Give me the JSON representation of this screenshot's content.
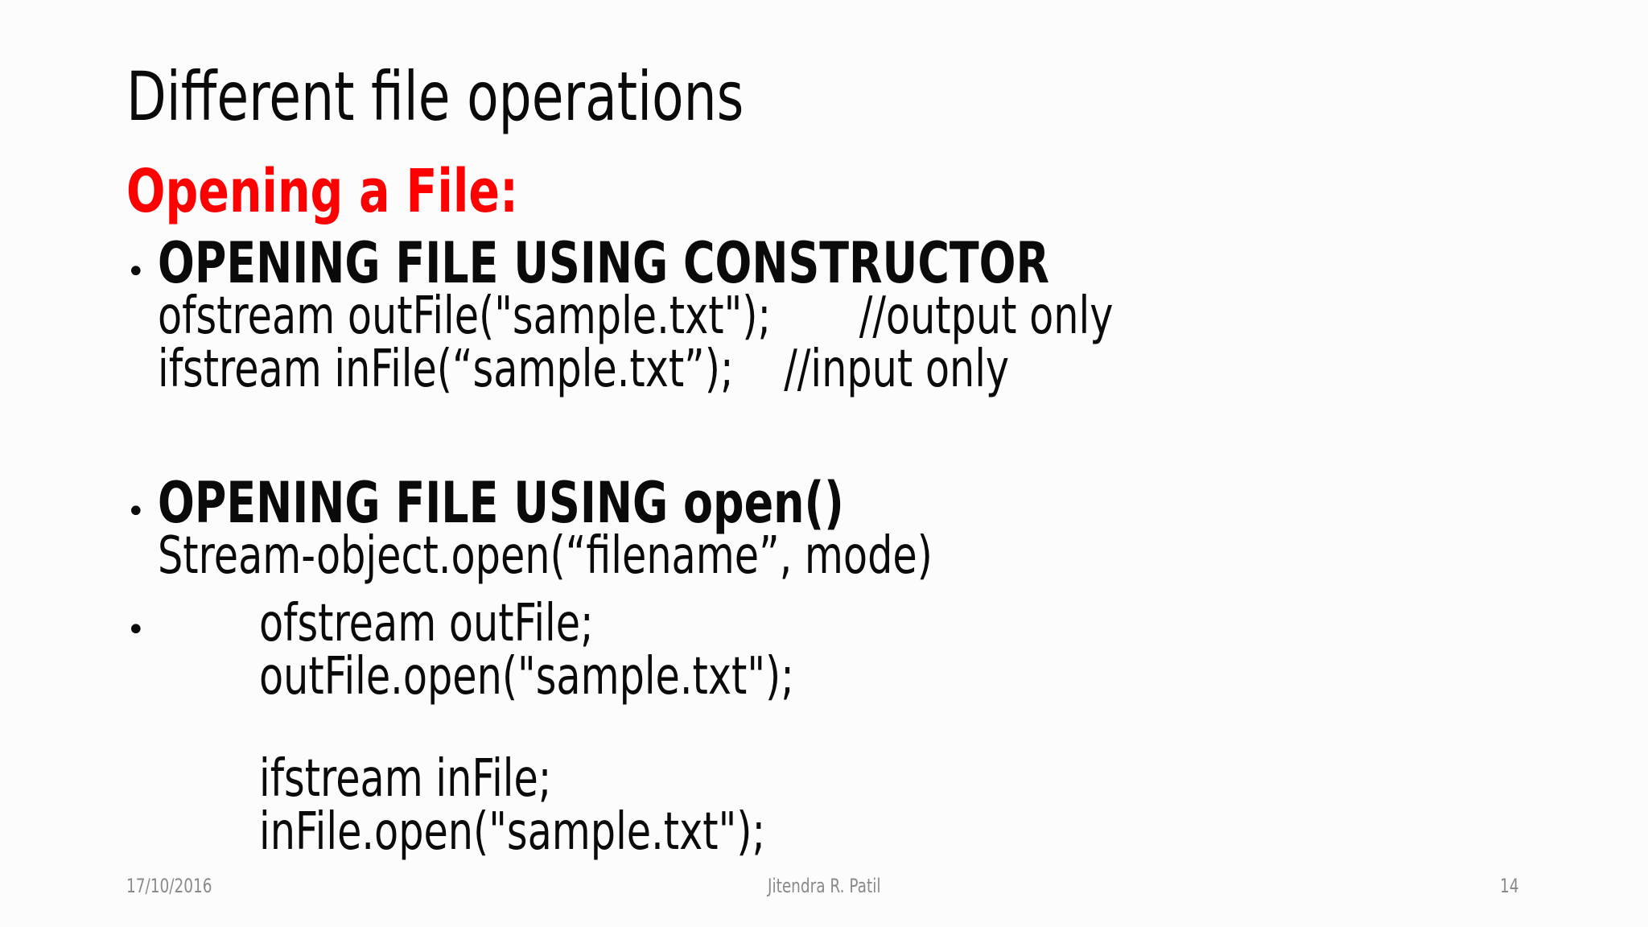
{
  "slide": {
    "title": "Different file operations",
    "section_heading": "Opening a File:",
    "bullet_char": "•",
    "constructor_block": {
      "header": "OPENING FILE USING CONSTRUCTOR",
      "line1": "ofstream outFile(\"sample.txt\");       //output only",
      "line2": "ifstream inFile(“sample.txt”);    //input only"
    },
    "open_block": {
      "header": "OPENING FILE USING open()",
      "syntax": "Stream-object.open(“filename”, mode)"
    },
    "example_out": {
      "line1": "ofstream outFile;",
      "line2": "outFile.open(\"sample.txt\");"
    },
    "example_in": {
      "line1": "ifstream inFile;",
      "line2": "inFile.open(\"sample.txt\");"
    },
    "footer": {
      "date": "17/10/2016",
      "author": "Jitendra R. Patil",
      "slide_number": "14"
    }
  },
  "colors": {
    "text": "#0a0a0a",
    "accent_red": "#fe0000",
    "footer_gray": "#8a8a8a",
    "background": "#fdfcfc"
  }
}
